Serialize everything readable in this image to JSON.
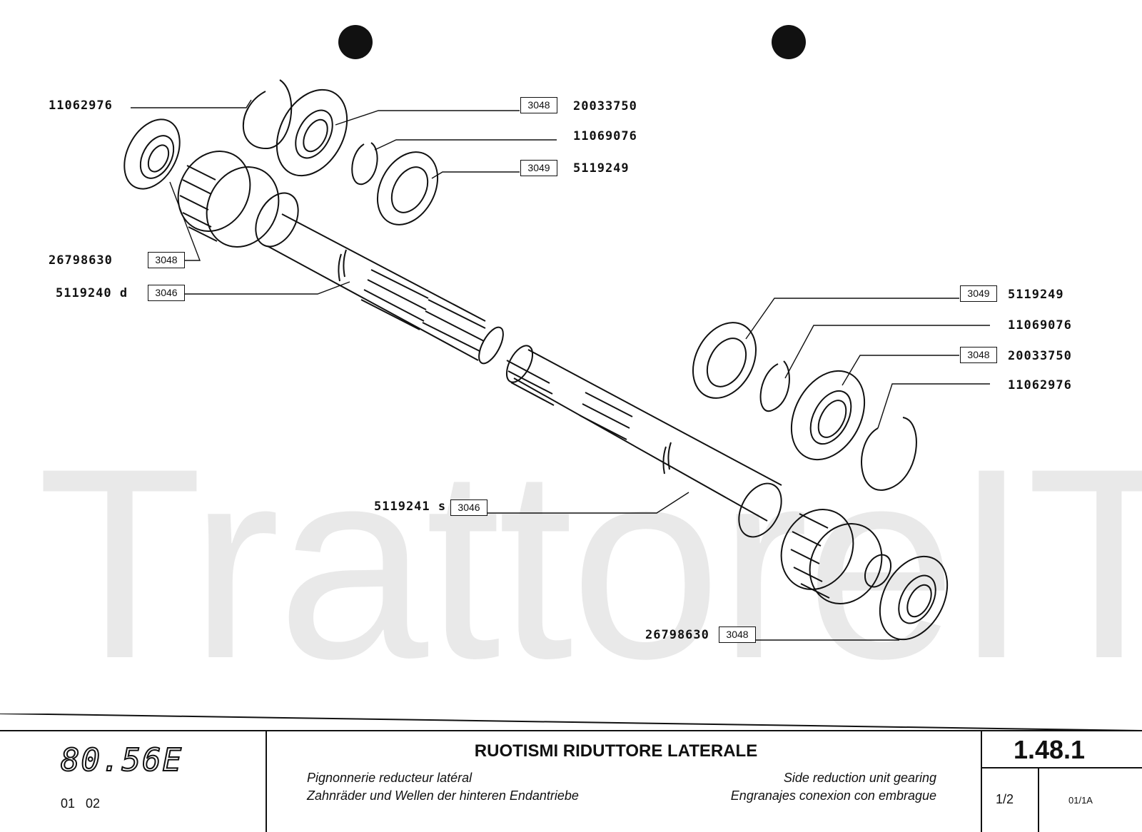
{
  "callouts": {
    "tl_snapring": {
      "part": "11062976"
    },
    "tl_bearing": {
      "part": "20033750",
      "ref": "3048"
    },
    "tl_circlip": {
      "part": "11069076"
    },
    "tl_seal": {
      "part": "5119249",
      "ref": "3049"
    },
    "l_bearing": {
      "part": "26798630",
      "ref": "3048"
    },
    "l_shaft": {
      "part": "5119240 d",
      "ref": "3046"
    },
    "r_seal": {
      "part": "5119249",
      "ref": "3049"
    },
    "r_circlip": {
      "part": "11069076"
    },
    "r_bearing": {
      "part": "20033750",
      "ref": "3048"
    },
    "r_snapring": {
      "part": "11062976"
    },
    "r_shaft": {
      "part": "5119241 s",
      "ref": "3046"
    },
    "br_bearing": {
      "part": "26798630",
      "ref": "3048"
    }
  },
  "watermark": "TrattoreIT",
  "footer": {
    "model": "80.56E",
    "edition": "01   02",
    "title": "RUOTISMI RIDUTTORE LATERALE",
    "fr": "Pignonnerie reducteur latéral",
    "de": "Zahnräder und Wellen der hinteren Endantriebe",
    "en": "Side reduction unit gearing",
    "es": "Engranajes conexion con embrague",
    "section": "1.48.1",
    "page": "1/2",
    "rev": "01/1A"
  }
}
